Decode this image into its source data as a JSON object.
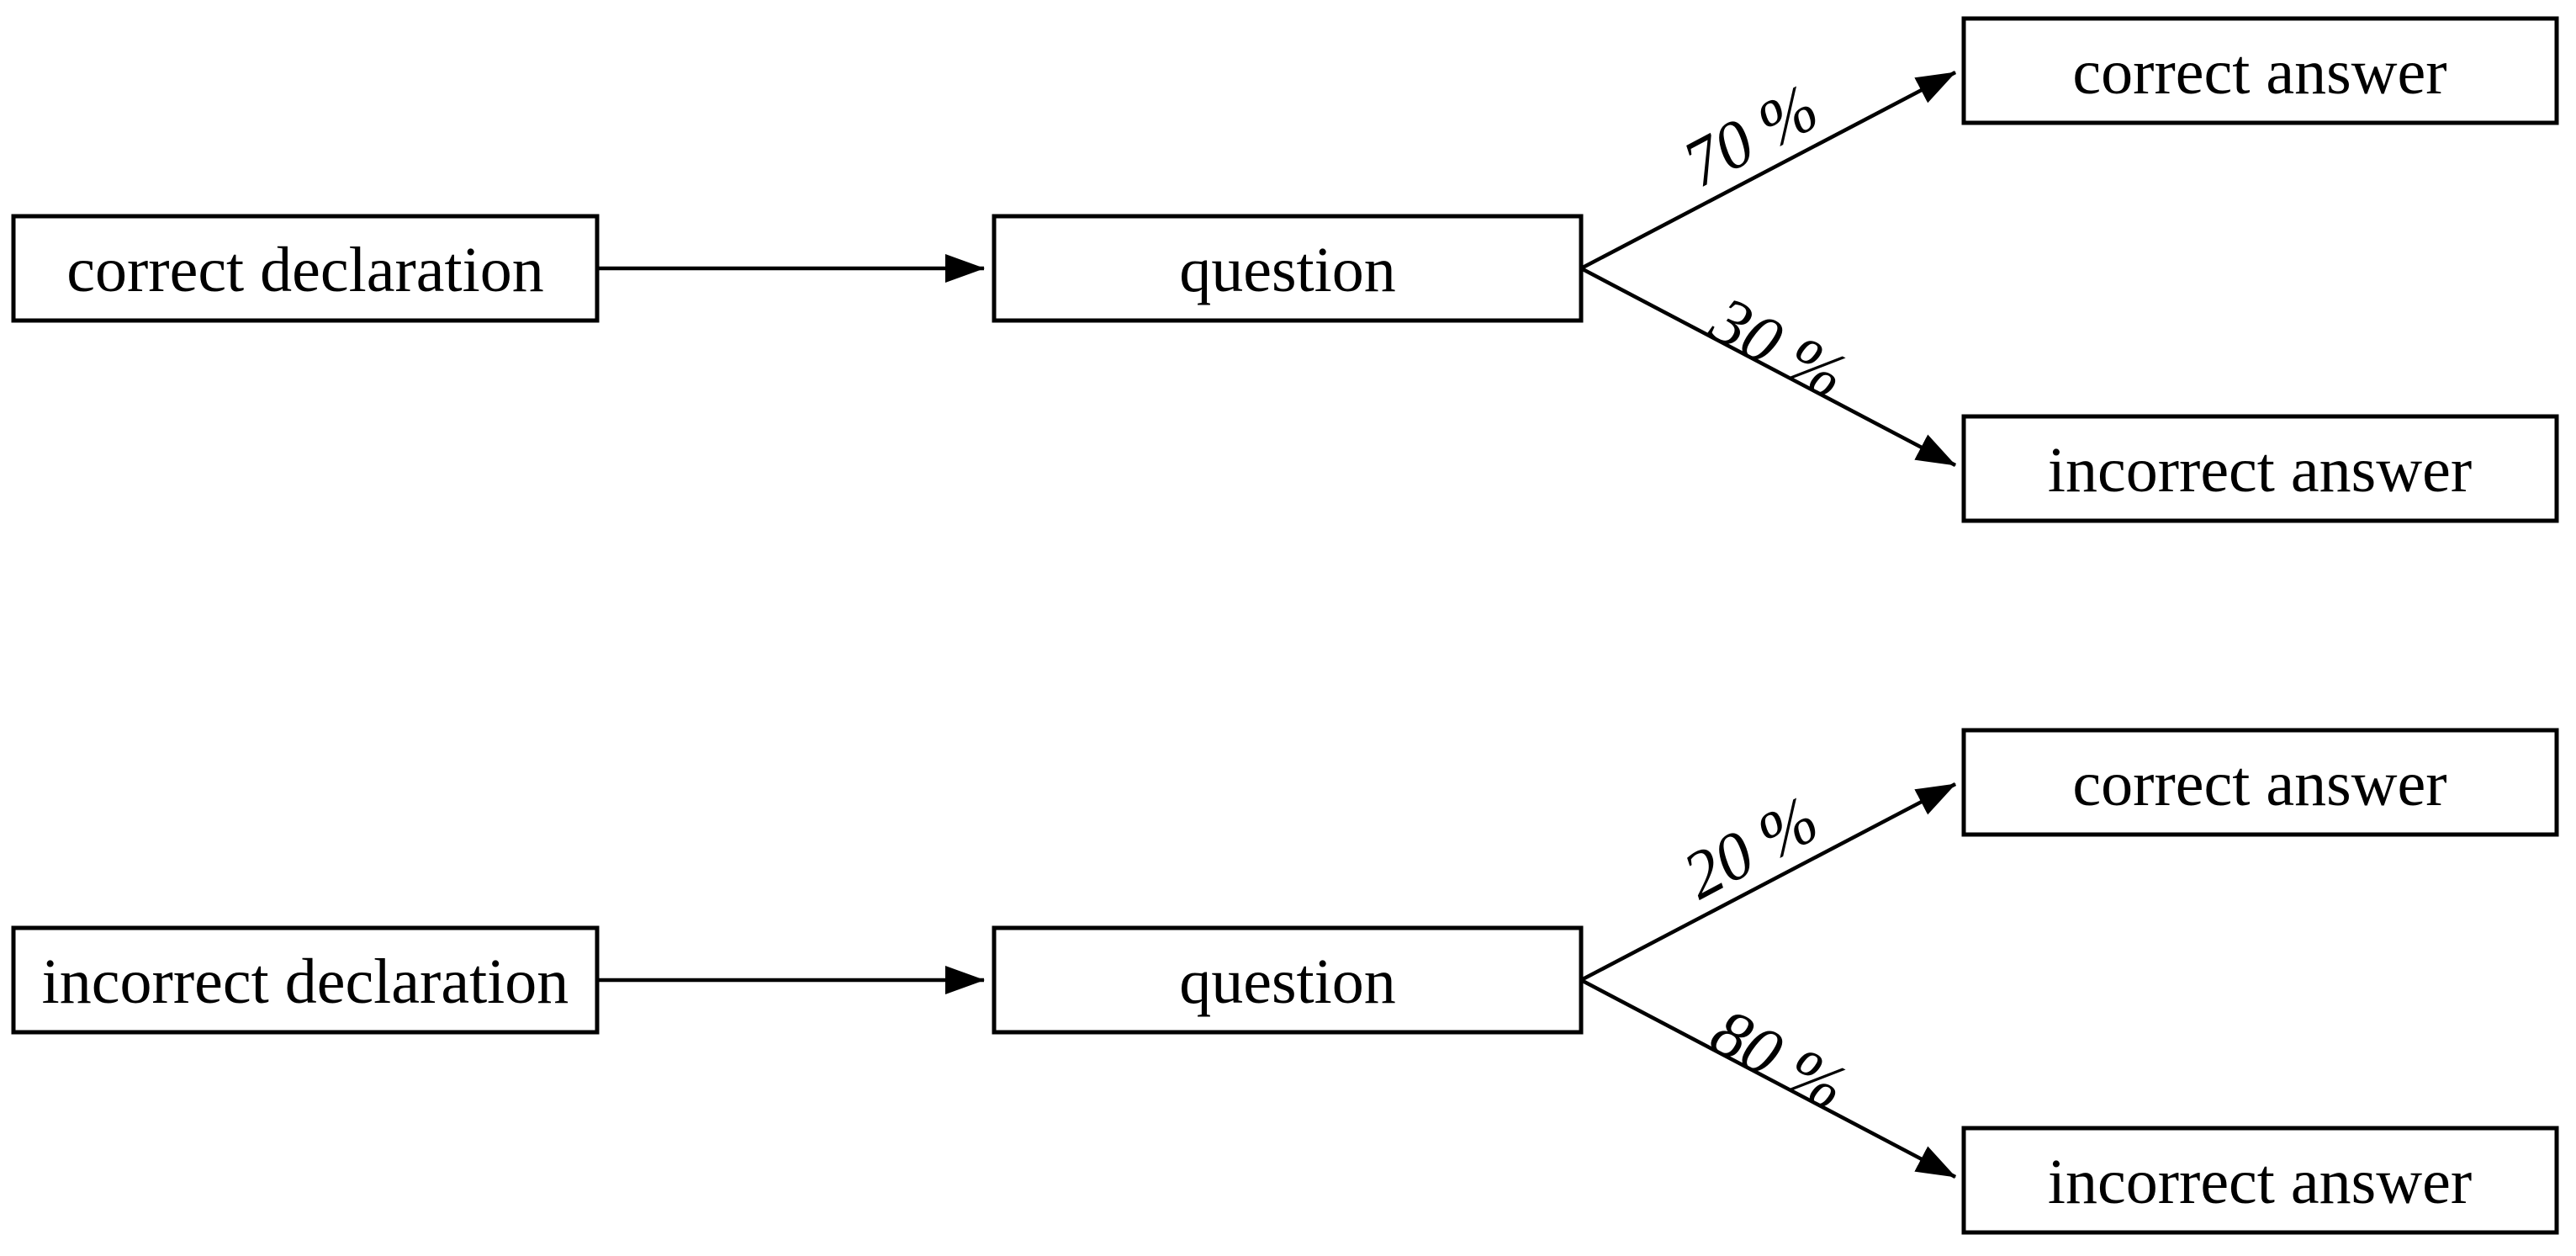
{
  "colors": {
    "background": "#ffffff",
    "stroke": "#000000",
    "text": "#000000"
  },
  "flows": [
    {
      "source_label": "correct declaration",
      "node_label": "question",
      "branches": [
        {
          "probability_label": "70 %",
          "outcome_label": "correct answer"
        },
        {
          "probability_label": "30 %",
          "outcome_label": "incorrect answer"
        }
      ]
    },
    {
      "source_label": "incorrect declaration",
      "node_label": "question",
      "branches": [
        {
          "probability_label": "20 %",
          "outcome_label": "correct answer"
        },
        {
          "probability_label": "80 %",
          "outcome_label": "incorrect answer"
        }
      ]
    }
  ]
}
